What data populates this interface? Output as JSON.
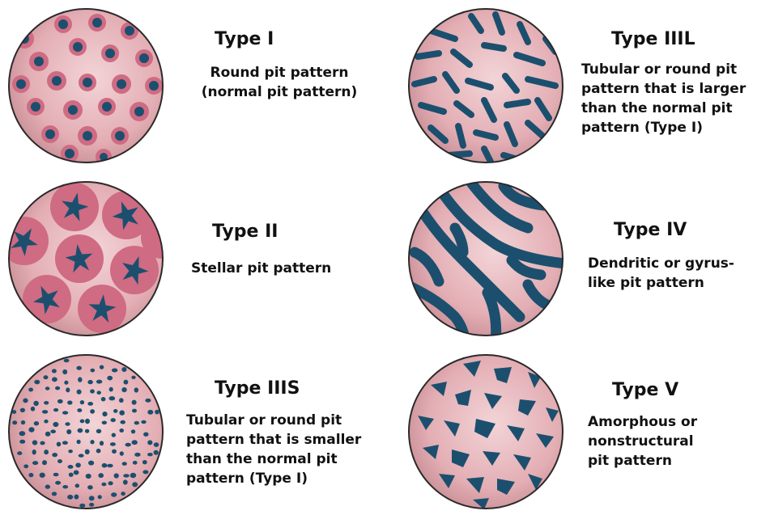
{
  "colors": {
    "mucosa_pink": "#e3aeb4",
    "mucosa_highlight": "#f2d4d7",
    "mucosa_edge": "#c98e96",
    "pit_blue": "#1c4f6e",
    "halo_rose": "#cf6b83",
    "outline": "#2a2a2a"
  },
  "panels": [
    {
      "id": "type-1",
      "label": "Type I",
      "description": [
        "Round pit pattern",
        "(normal pit pattern)"
      ]
    },
    {
      "id": "type-3l",
      "label": "Type IIIL",
      "description": [
        "Tubular or round pit",
        "pattern that is larger",
        "than the normal pit",
        "pattern (Type I)"
      ]
    },
    {
      "id": "type-2",
      "label": "Type II",
      "description": [
        "Stellar pit pattern"
      ]
    },
    {
      "id": "type-4",
      "label": "Type IV",
      "description": [
        "Dendritic or gyrus-",
        "like pit pattern"
      ]
    },
    {
      "id": "type-3s",
      "label": "Type IIIS",
      "description": [
        "Tubular or round pit",
        "pattern that is smaller",
        "than the normal pit",
        "pattern (Type I)"
      ]
    },
    {
      "id": "type-5",
      "label": "Type V",
      "description": [
        "Amorphous or",
        "nonstructural",
        "pit pattern"
      ]
    }
  ]
}
